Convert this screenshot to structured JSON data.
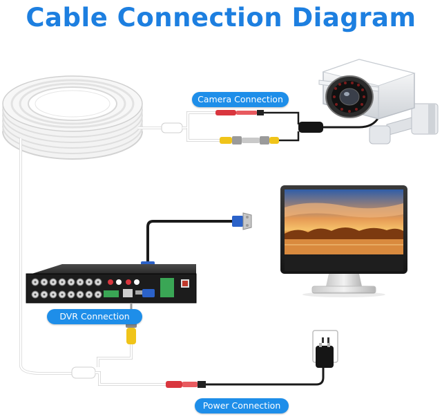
{
  "title": "Cable Connection Diagram",
  "labels": {
    "camera_connection": "Camera Connection",
    "dvr_connection": "DVR Connection",
    "power_connection": "Power Connection"
  },
  "colors": {
    "title_blue": "#1d7fe0",
    "label_bg": "#1e8ee9",
    "label_text": "#ffffff",
    "bnc_yellow": "#f0c419",
    "power_red": "#d9363e",
    "vga_blue": "#2b62c9",
    "cable_white": "#ffffff",
    "cable_black": "#1a1a1a"
  },
  "icons": [
    "cable-coil-icon",
    "security-camera-icon",
    "monitor-icon",
    "dvr-recorder-icon",
    "wall-outlet-icon",
    "power-plug-icon",
    "vga-connector-icon",
    "bnc-connector-icon"
  ]
}
